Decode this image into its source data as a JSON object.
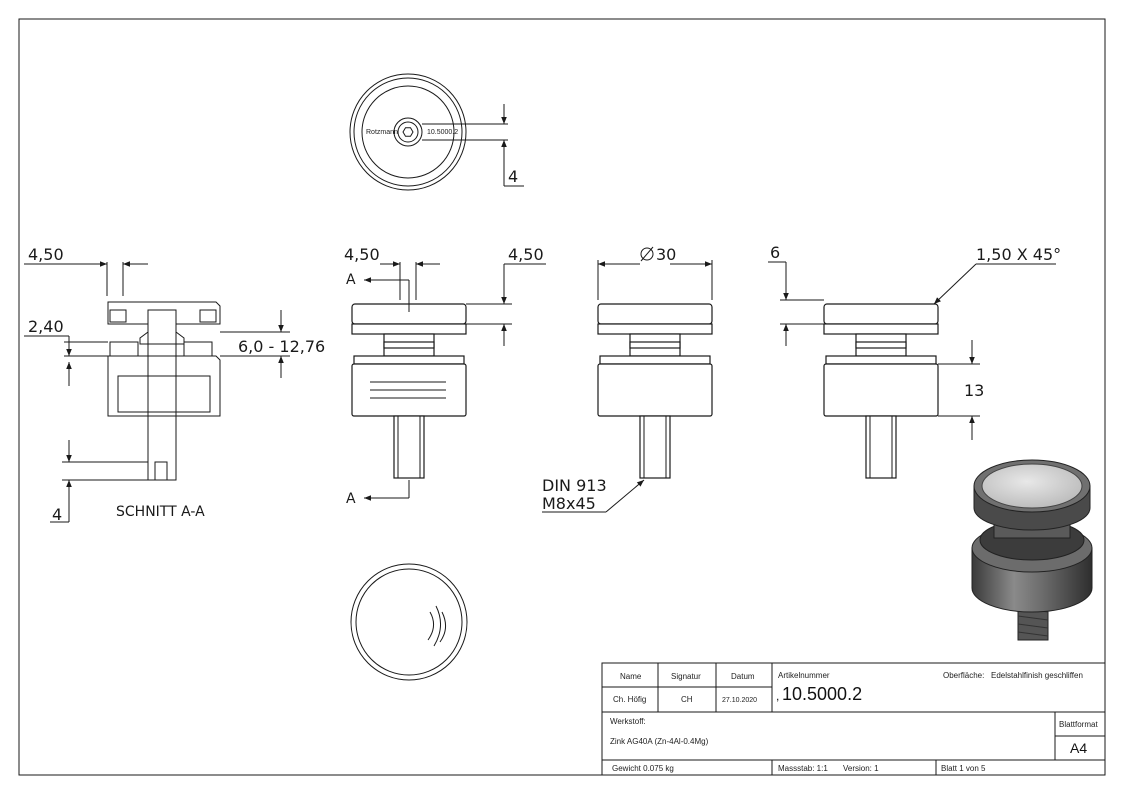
{
  "drawing": {
    "dimensions": {
      "top_depth": "4",
      "section_width": "4,50",
      "section_left": "2,40",
      "section_range": "6,0 - 12,76",
      "section_bottom": "4",
      "front_left": "4,50",
      "front_right": "4,50",
      "side_diameter": "30",
      "right_top": "6",
      "chamfer": "1,50 X 45°",
      "right_body": "13"
    },
    "labels": {
      "section_title": "SCHNITT A-A",
      "section_mark_top": "A",
      "section_mark_bottom": "A",
      "screw_line1": "DIN 913",
      "screw_line2": "M8x45",
      "top_engrave_left": "Rotzmann",
      "top_engrave_right": "10.5000.2"
    }
  },
  "title_block": {
    "col_name": "Name",
    "col_signatur": "Signatur",
    "col_datum": "Datum",
    "row_name": "Ch. Höfig",
    "row_signatur": "CH",
    "row_datum": "27.10.2020",
    "artikelnummer_label": "Artikelnummer",
    "artikelnummer_prefix": ",",
    "artikelnummer": "10.5000.2",
    "oberflaeche_label": "Oberfläche:",
    "oberflaeche_value": "Edelstahlfinish geschliffen",
    "werkstoff_label": "Werkstoff:",
    "werkstoff_value": "Zink AG40A (Zn-4Al-0.4Mg)",
    "blattformat_label": "Blattformat",
    "blattformat_value": "A4",
    "gewicht": "Gewicht 0.075 kg",
    "massstab": "Massstab: 1:1",
    "version": "Version: 1",
    "blatt": "Blatt 1 von 5"
  }
}
